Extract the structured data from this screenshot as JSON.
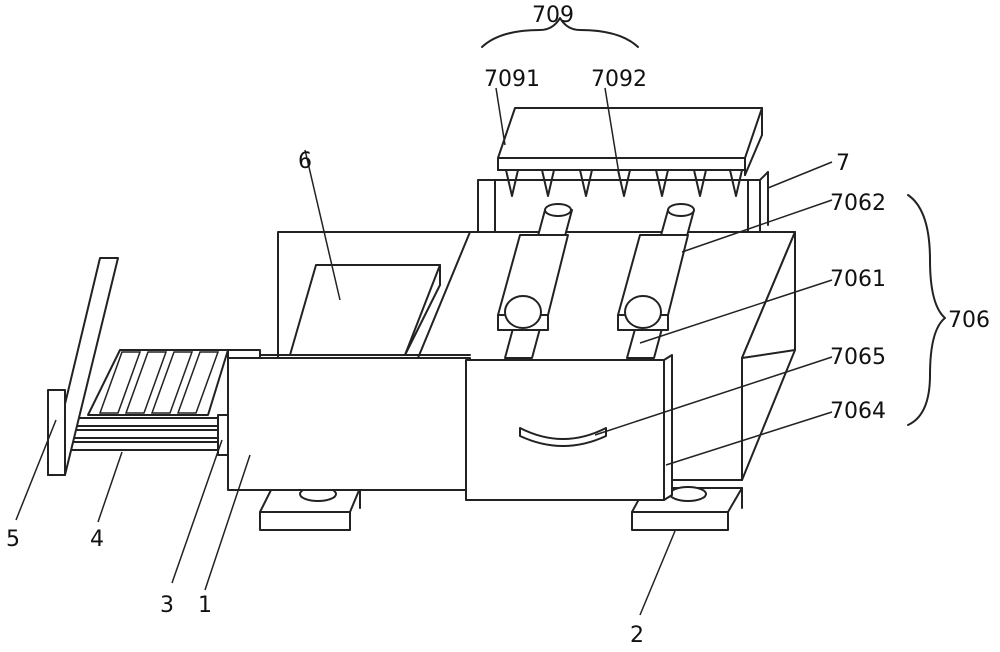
{
  "labels": {
    "l709": "709",
    "l7091": "7091",
    "l7092": "7092",
    "l7": "7",
    "l7062": "7062",
    "l6": "6",
    "l7061": "7061",
    "l706": "706",
    "l7065": "7065",
    "l7064": "7064",
    "l5": "5",
    "l4": "4",
    "l3": "3",
    "l1": "1",
    "l2": "2"
  },
  "colors": {
    "line": "#222222",
    "background": "#ffffff"
  }
}
